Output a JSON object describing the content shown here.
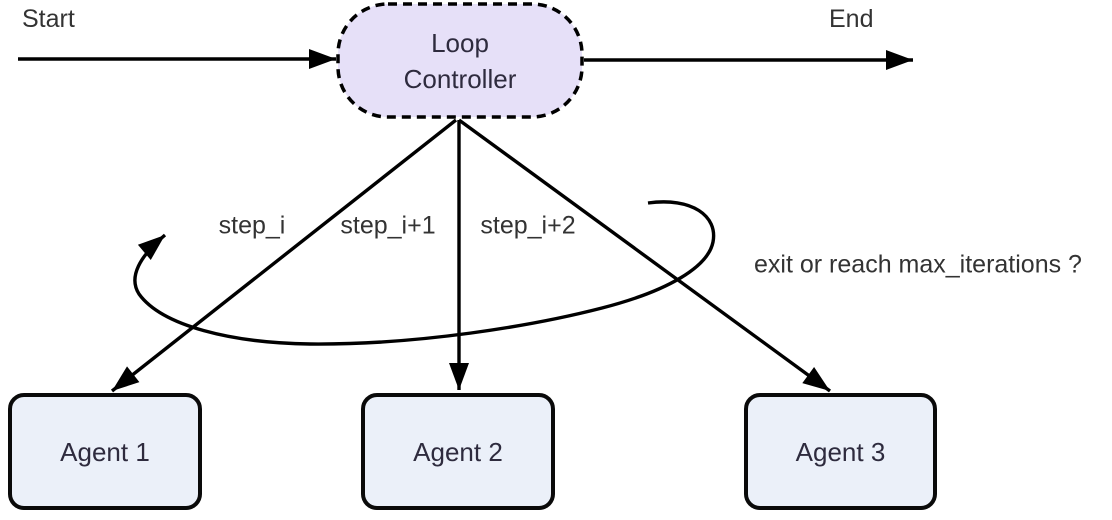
{
  "colors": {
    "background": "#ffffff",
    "line": "#000000",
    "loop_controller_fill": "#e6e0f8",
    "loop_controller_border": "#000000",
    "agent_fill": "#ebf0f9",
    "agent_border": "#0a0a0a",
    "node_text": "#2e2b3e",
    "label_text": "#333333"
  },
  "nodes": {
    "start_label": "Start",
    "end_label": "End",
    "loop_controller": {
      "line1": "Loop",
      "line2": "Controller"
    },
    "agents": [
      {
        "label": "Agent 1"
      },
      {
        "label": "Agent 2"
      },
      {
        "label": "Agent 3"
      }
    ]
  },
  "edge_labels": {
    "step_1": "step_i",
    "step_2": "step_i+1",
    "step_3": "step_i+2",
    "loop_condition": "exit or reach max_iterations ?"
  }
}
